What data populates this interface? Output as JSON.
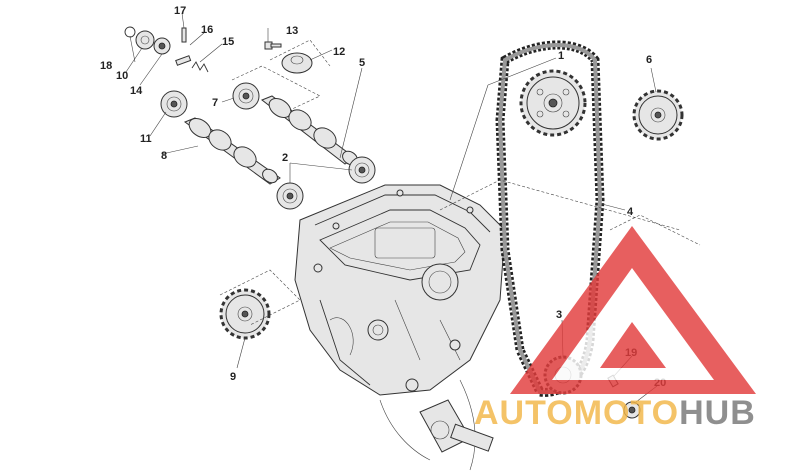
{
  "part_labels": {
    "p1": "1",
    "p2": "2",
    "p3": "3",
    "p4": "4",
    "p5": "5",
    "p6": "6",
    "p7": "7",
    "p8": "8",
    "p9": "9",
    "p10": "10",
    "p11": "11",
    "p12": "12",
    "p13": "13",
    "p14": "14",
    "p15": "15",
    "p16": "16",
    "p17": "17",
    "p18": "18",
    "p19": "19",
    "p20": "20"
  },
  "watermark": {
    "text_a": "AUTO",
    "text_b": "MOTO",
    "text_c": "HUB",
    "color_a": "#f2b648",
    "color_b": "#f2b648",
    "color_c": "#777777",
    "triangle_color": "#e23c3c"
  }
}
